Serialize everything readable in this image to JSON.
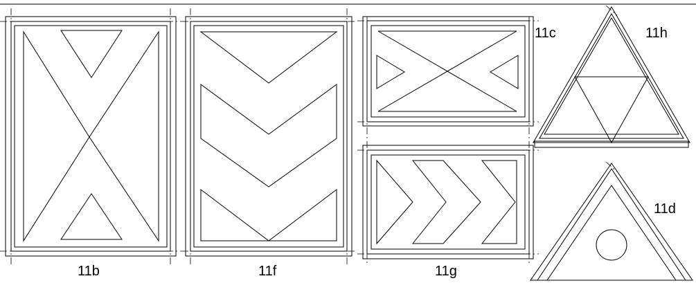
{
  "figures": [
    {
      "id": "11b",
      "label": "11b"
    },
    {
      "id": "11f",
      "label": "11f"
    },
    {
      "id": "11g",
      "label": "11g"
    },
    {
      "id": "11c",
      "label": "11c"
    },
    {
      "id": "11h",
      "label": "11h"
    },
    {
      "id": "11d",
      "label": "11d"
    }
  ],
  "colors": {
    "line": "#000000",
    "background": "#ffffff"
  }
}
